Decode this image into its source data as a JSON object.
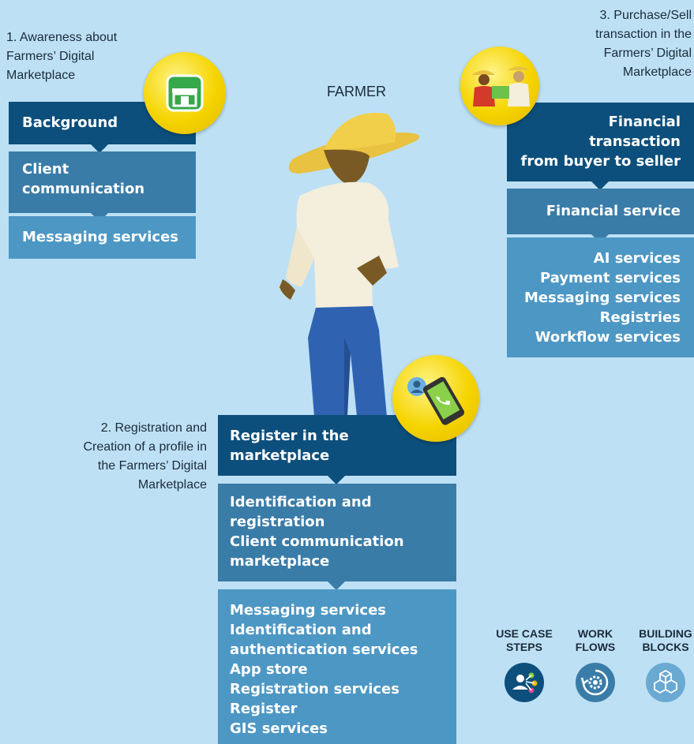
{
  "center_label": "FARMER",
  "step1": {
    "title": "1. Awareness about\nFarmers’ Digital\nMarketplace",
    "use_case": "Background",
    "workflow": "Client\ncommunication",
    "building_blocks": "Messaging services"
  },
  "step2": {
    "title": "2. Registration and\nCreation of a profile in\nthe Farmers’ Digital\nMarketplace",
    "use_case": "Register in the\nmarketplace",
    "workflow": "Identification and\nregistration\nClient communication\nmarketplace",
    "building_blocks": "Messaging services\nIdentification and\nauthentication services\nApp store\nRegistration services\nRegister\nGIS services"
  },
  "step3": {
    "title": "3. Purchase/Sell\ntransaction in the\nFarmers’ Digital\nMarketplace",
    "use_case": "Financial\ntransaction\nfrom buyer to seller",
    "workflow": "Financial service",
    "building_blocks": "AI services\nPayment services\nMessaging services\nRegistries\nWorkflow services"
  },
  "legend": [
    {
      "label": "USE CASE\nSTEPS",
      "icon": "people-network-icon",
      "color": "#0d4f7c"
    },
    {
      "label": "WORK\nFLOWS",
      "icon": "gear-cycle-icon",
      "color": "#3a7ca8"
    },
    {
      "label": "BUILDING\nBLOCKS",
      "icon": "cubes-icon",
      "color": "#6aa9d2"
    }
  ]
}
